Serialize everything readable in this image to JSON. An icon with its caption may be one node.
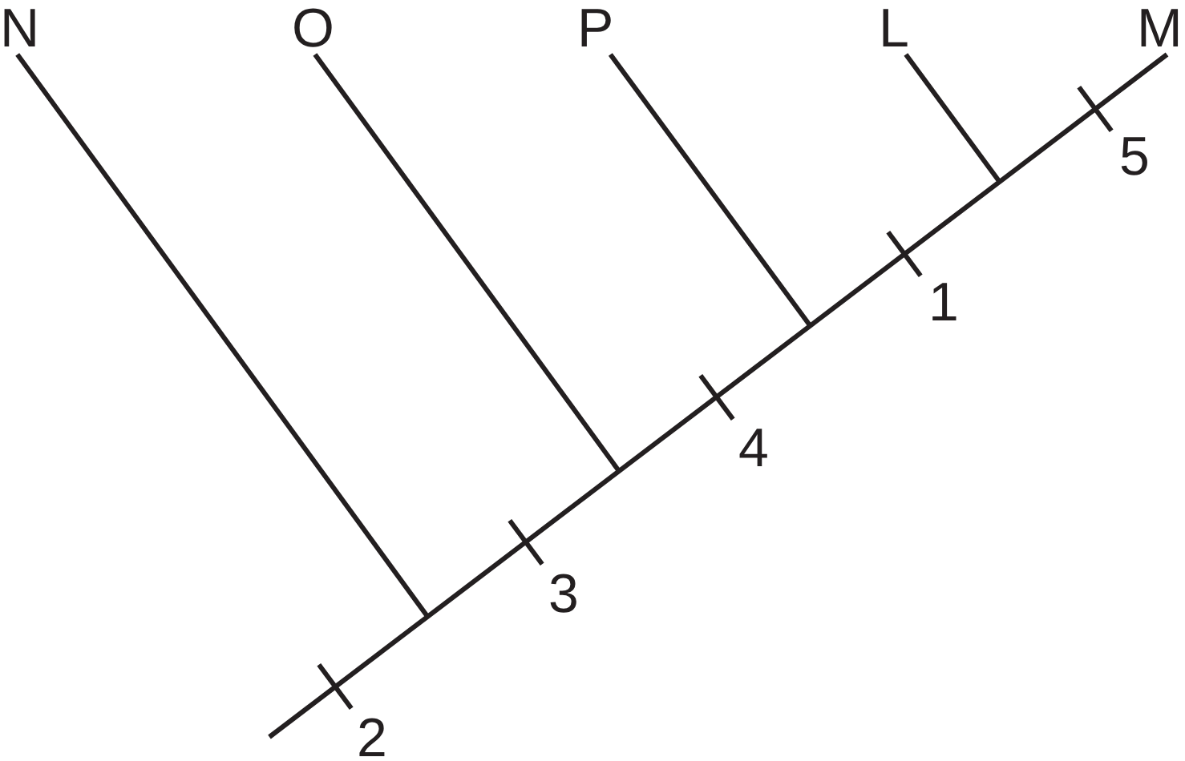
{
  "diagram": {
    "nodes": [
      {
        "text": [
          "N"
        ]
      },
      {
        "text": [
          "O"
        ]
      },
      {
        "text": [
          "P"
        ]
      },
      {
        "text": [
          "L"
        ]
      },
      {
        "text": [
          "M"
        ]
      }
    ],
    "edges": [
      {
        "from": null,
        "to": 0,
        "arrow": "none"
      },
      {
        "from": null,
        "to": 1,
        "arrow": "none"
      },
      {
        "from": null,
        "to": 2,
        "arrow": "none"
      },
      {
        "from": null,
        "to": 3,
        "arrow": "none"
      },
      {
        "from": null,
        "to": 4,
        "arrow": "none"
      }
    ],
    "labels": [
      "2",
      "3",
      "4",
      "1",
      "5"
    ]
  }
}
